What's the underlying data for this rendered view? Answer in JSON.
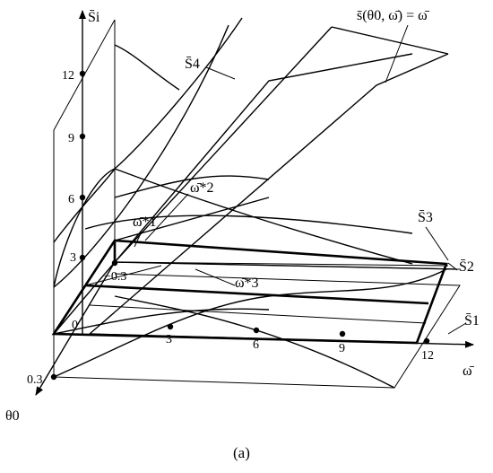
{
  "figure": {
    "axis_labels": {
      "vertical": "S̄i",
      "omega": "ω̄",
      "theta": "θ0"
    },
    "vertical_ticks": [
      "12",
      "9",
      "6",
      "3",
      "0"
    ],
    "omega_ticks": [
      "3",
      "6",
      "9",
      "12"
    ],
    "theta_ticks": [
      "0.3",
      "−0.3"
    ],
    "surface_labels": {
      "s1": "S̄1",
      "s2": "S̄2",
      "s3": "S̄3",
      "s4": "S̄4",
      "plane": "s̄(θ0, ω̄) = ω̄"
    },
    "point_labels": {
      "w1": "ω̄*1",
      "w2": "ω̄*2",
      "w3": "ω̄*3"
    },
    "caption": "(a)"
  }
}
